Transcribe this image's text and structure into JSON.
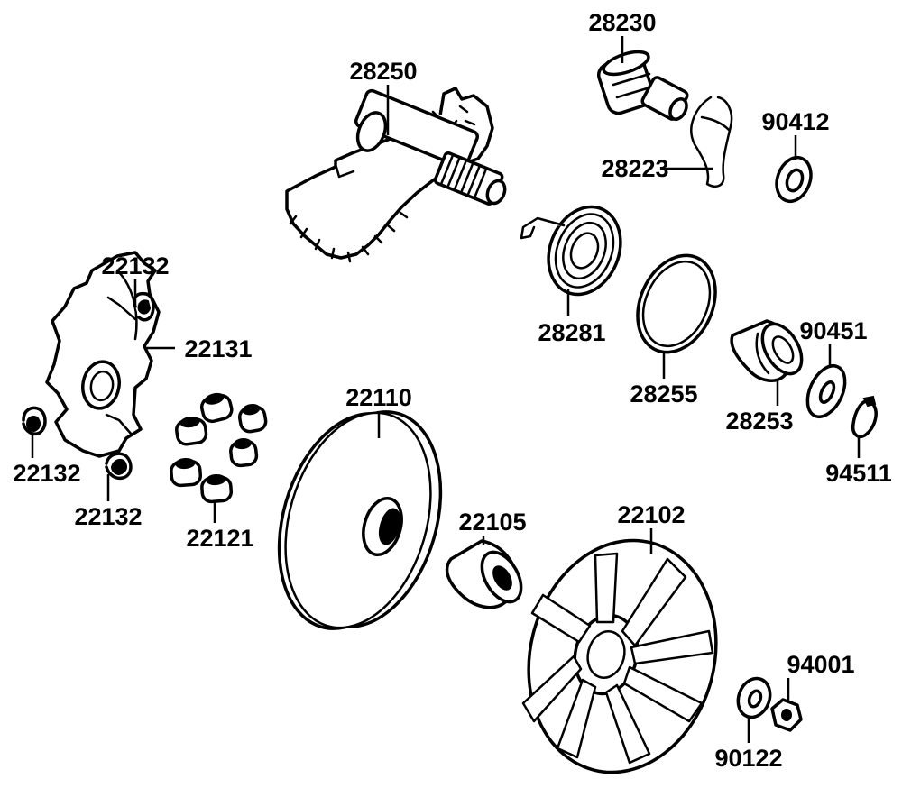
{
  "diagram": {
    "colors": {
      "line": "#000000",
      "background": "#ffffff"
    },
    "callouts": {
      "c28230": "28230",
      "c28250": "28250",
      "c90412": "90412",
      "c28223": "28223",
      "c22132_top": "22132",
      "c28281": "28281",
      "c22131": "22131",
      "c90451": "90451",
      "c28255": "28255",
      "c22110": "22110",
      "c28253": "28253",
      "c94511": "94511",
      "c22132_left": "22132",
      "c22132_bottom": "22132",
      "c22105": "22105",
      "c22102": "22102",
      "c22121": "22121",
      "c94001": "94001",
      "c90122": "90122"
    }
  }
}
